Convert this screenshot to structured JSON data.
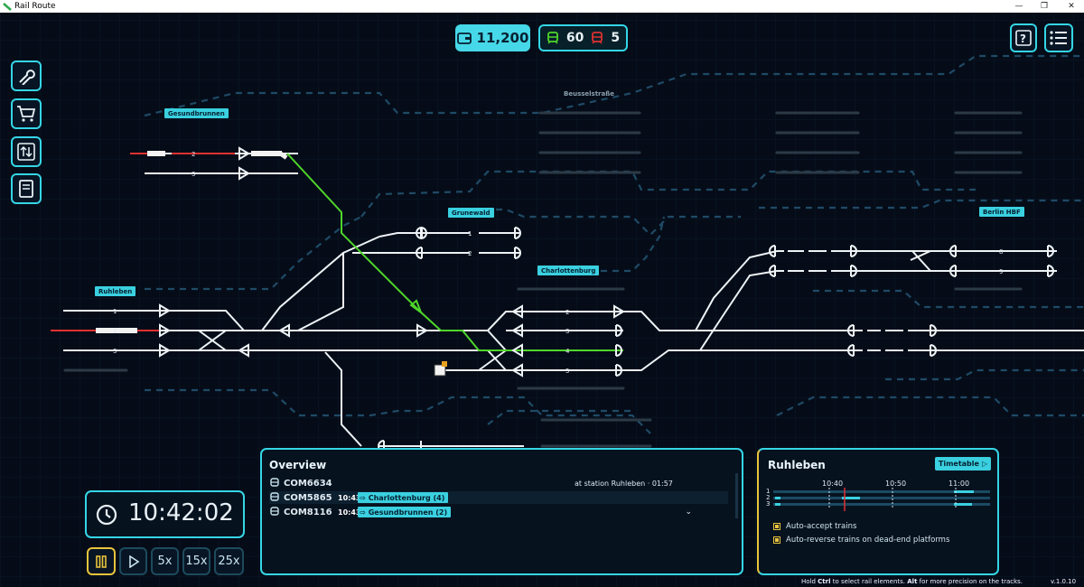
{
  "window": {
    "title": "Rail Route",
    "minimize": "—",
    "restore": "❐",
    "close": "✕"
  },
  "hud": {
    "money": "11,200",
    "trains_on_time": "60",
    "trains_late": "5"
  },
  "stations": {
    "gesundbrunnen": "Gesundbrunnen",
    "grunewald": "Grunewald",
    "charlottenburg": "Charlottenburg",
    "ruhleben": "Ruhleben",
    "berlin_hbf": "Berlin HBF",
    "beusselstrasse": "Beusselstraße"
  },
  "tracks": {
    "t1": "1",
    "t2": "2",
    "t3": "3",
    "t4": "4",
    "t5": "5",
    "t8": "8",
    "t9": "9"
  },
  "clock": {
    "time": "10:42:02"
  },
  "speed": {
    "x5": "5x",
    "x15": "15x",
    "x25": "25x"
  },
  "overview": {
    "title": "Overview",
    "rows": [
      {
        "id": "COM6634",
        "time": "",
        "dest": "",
        "status": "at station Ruhleben · 01:57"
      },
      {
        "id": "COM5865",
        "time": "10:43",
        "dest": "Charlottenburg (4)",
        "status": ""
      },
      {
        "id": "COM8116",
        "time": "10:43",
        "dest": "Gesundbrunnen (2)",
        "status": ""
      }
    ]
  },
  "station_panel": {
    "title": "Ruhleben",
    "timetable": "Timetable",
    "times": [
      "10:40",
      "10:50",
      "11:00"
    ],
    "tracks": [
      "1",
      "2",
      "3"
    ],
    "options": [
      "Auto-accept trains",
      "Auto-reverse trains on dead-end platforms"
    ]
  },
  "hint": {
    "pre": "Hold ",
    "ctrl": "Ctrl",
    "mid": " to select rail elements. ",
    "alt": "Alt",
    "post": " for more precision on the tracks."
  },
  "version": "v.1.0.10",
  "colors": {
    "accent": "#3ad0e0",
    "route": "#4fd62a",
    "alert": "#e03030",
    "warn": "#e8c43c"
  }
}
